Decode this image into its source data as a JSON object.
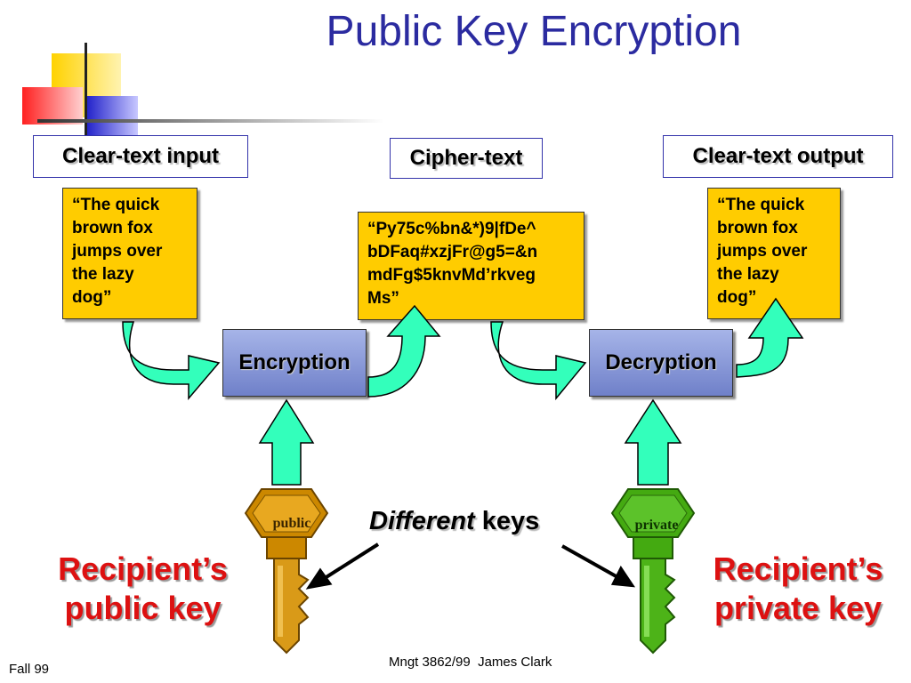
{
  "title": "Public Key Encryption",
  "labels": {
    "input": "Clear-text input",
    "cipher": "Cipher-text",
    "output": "Clear-text output"
  },
  "texts": {
    "input_lines": [
      "“The quick",
      "brown fox",
      "jumps over",
      "the lazy",
      "dog”"
    ],
    "cipher_lines": [
      "“Py75c%bn&*)9|fDe^",
      "bDFaq#xzjFr@g5=&n",
      "mdFg$5knvMd’rkveg",
      "Ms”"
    ],
    "output_lines": [
      "“The quick",
      "brown fox",
      "jumps over",
      "the lazy",
      "dog”"
    ]
  },
  "process": {
    "encryption": "Encryption",
    "decryption": "Decryption"
  },
  "keys": {
    "public_tag": "public",
    "private_tag": "private",
    "different_italic": "Different",
    "different_rest": " keys",
    "public_caption_1": "Recipient’s",
    "public_caption_2": "public key",
    "private_caption_1": "Recipient’s",
    "private_caption_2": "private key"
  },
  "footer": {
    "left": "Fall 99",
    "center": "Mngt 3862/99  James Clark"
  },
  "colors": {
    "title": "#2b2ba0",
    "note_fill": "#ffcc00",
    "arrow_fill": "#33ffbb",
    "public_key": "#cc8800",
    "private_key": "#44aa11",
    "caption": "#dd1111"
  }
}
